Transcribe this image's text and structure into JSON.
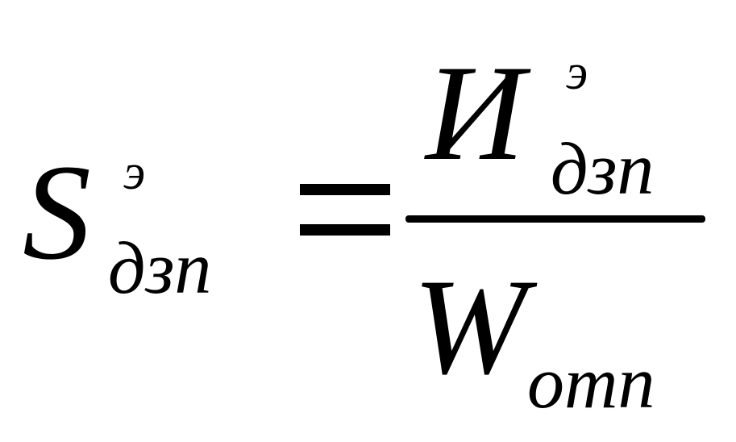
{
  "formula": {
    "lhs": {
      "symbol": "S",
      "superscript": "э",
      "subscript": "дзп"
    },
    "equals": "=",
    "numerator": {
      "symbol": "И",
      "superscript": "э",
      "subscript": "дзп"
    },
    "denominator": {
      "symbol": "W",
      "subscript": "отп"
    }
  }
}
